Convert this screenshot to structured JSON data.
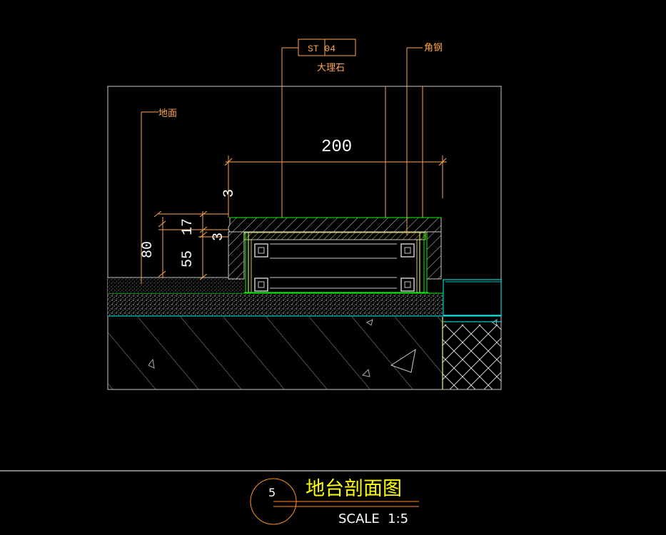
{
  "drawing": {
    "tag_label": "ST 04",
    "tag_sub": "大理石",
    "leader_angle_steel": "角钢",
    "leader_ground": "地面",
    "dims": {
      "width": "200",
      "top_gap": "3",
      "h_total": "80",
      "h_lower": "55",
      "h_upper": "17",
      "h_small": "3"
    }
  },
  "title_block": {
    "number": "5",
    "title": "地台剖面图",
    "scale": "SCALE  1:5"
  },
  "colors": {
    "background": "#000000",
    "frame": "#c8c8c8",
    "dimension": "#ffa64c",
    "leader": "#ff8040",
    "green": "#00ff00",
    "cyan": "#00ffff",
    "yellow": "#ffff66",
    "hatch": "#c0c0c0",
    "title_text": "#ffff00",
    "title_line": "#ff9020"
  }
}
